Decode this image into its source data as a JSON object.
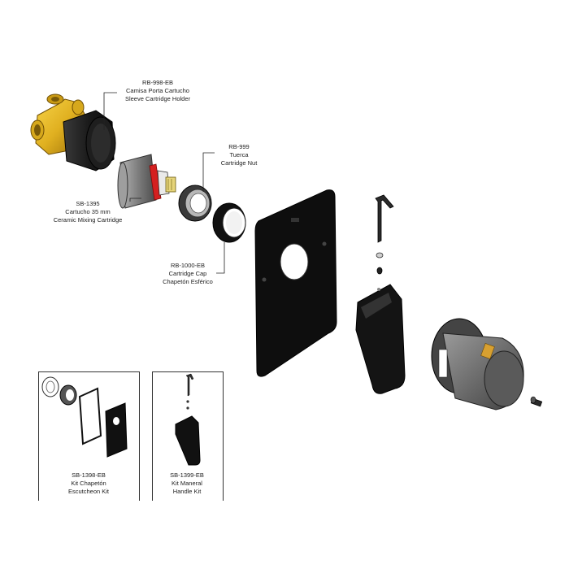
{
  "parts": {
    "sleeve_holder": {
      "code": "RB-998-EB",
      "name_es": "Camisa Porta Cartucho",
      "name_en": "Sleeve Cartridge Holder"
    },
    "cartridge": {
      "code": "SB-1395",
      "name_es": "Cartucho 35 mm",
      "name_en": "Ceramic Mixing Cartridge"
    },
    "cartridge_nut": {
      "code": "RB-999",
      "name_es": "Tuerca",
      "name_en": "Cartridge Nut"
    },
    "cartridge_cap": {
      "code": "RB-1000-EB",
      "name_en": "Cartridge Cap",
      "name_es": "Chapetón Esférico"
    }
  },
  "kits": {
    "escutcheon": {
      "code": "SB-1398-EB",
      "name_es": "Kit Chapetón",
      "name_en": "Escutcheon Kit"
    },
    "handle": {
      "code": "SB-1399-EB",
      "name_es": "Kit Maneral",
      "name_en": "Handle Kit"
    }
  },
  "colors": {
    "brass": "#e0b020",
    "brass_dark": "#a87a10",
    "black_finish": "#1b1b1b",
    "seal_red": "#d42020",
    "plastic_gray": "#8a8a8a"
  }
}
